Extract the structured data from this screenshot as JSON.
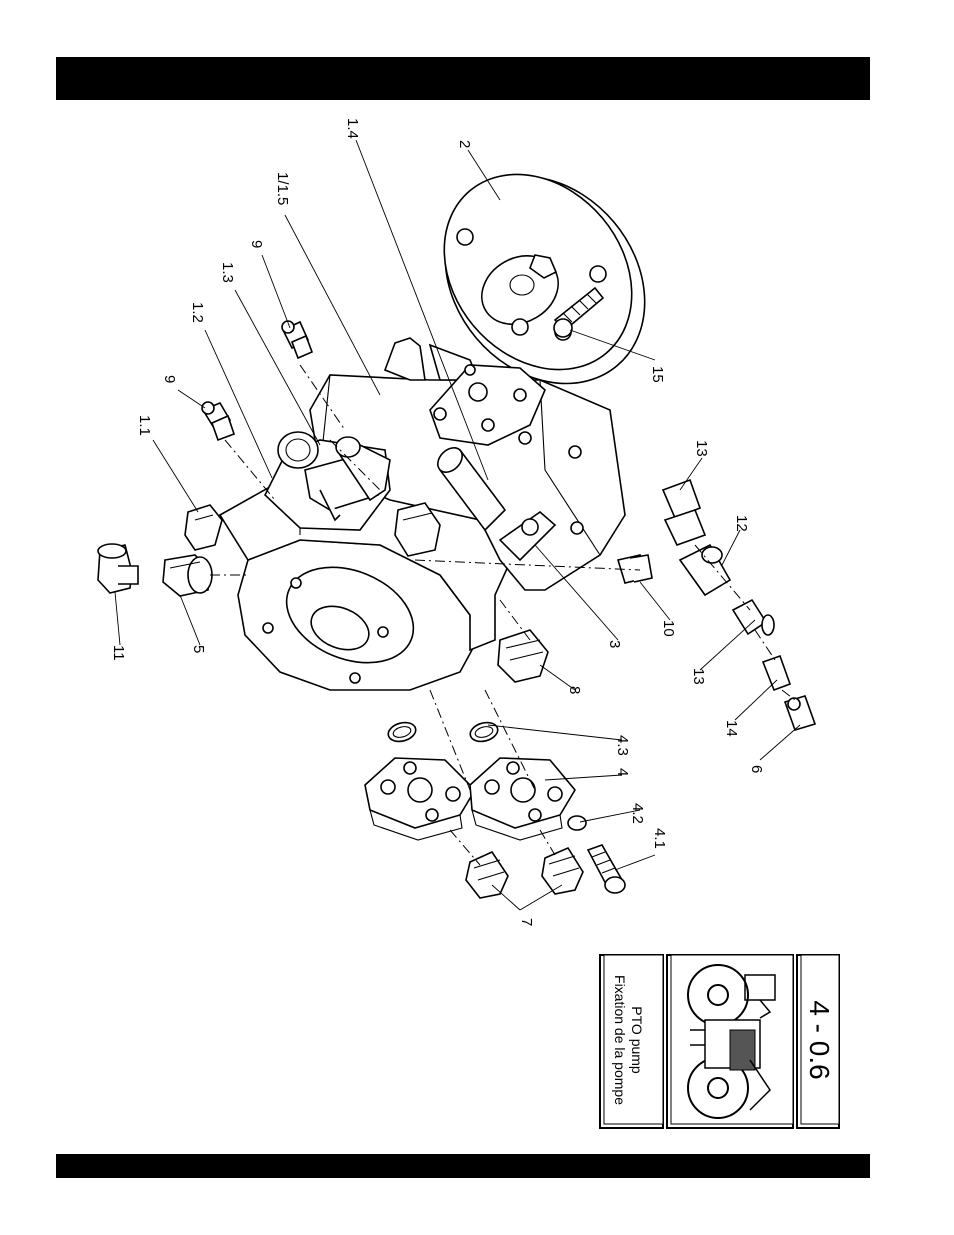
{
  "callouts": {
    "c1_4": "1.4",
    "c2": "2",
    "c1_1_5": "1/1.5",
    "c9a": "9",
    "c1_3": "1.3",
    "c1_2": "1.2",
    "c9b": "9",
    "c1_1": "1.1",
    "c11": "11",
    "c5": "5",
    "c15": "15",
    "c13a": "13",
    "c12": "12",
    "c10": "10",
    "c3": "3",
    "c13b": "13",
    "c8": "8",
    "c14": "14",
    "c4_3": "4.3",
    "c6": "6",
    "c4": "4",
    "c4_2": "4.2",
    "c4_1": "4.1",
    "c7": "7"
  },
  "section_box": {
    "section_number": "4 - 0.6",
    "title_en": "PTO pump",
    "title_fr": "Fixation de la pompe"
  }
}
